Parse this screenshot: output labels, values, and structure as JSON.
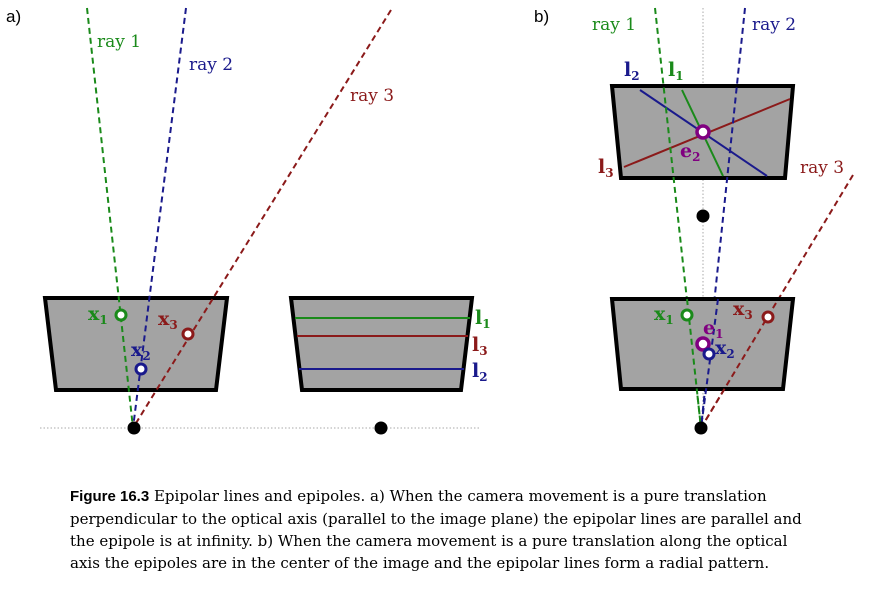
{
  "panels": {
    "a": "a)",
    "b": "b)"
  },
  "rays": {
    "ray1": "ray 1",
    "ray2": "ray 2",
    "ray3": "ray 3"
  },
  "labels": {
    "x": "x",
    "l": "l",
    "e": "e",
    "sub1": "1",
    "sub2": "2",
    "sub3": "3"
  },
  "colors": {
    "green": "#1a8a1a",
    "blue": "#1a1a8c",
    "red": "#8b1a1a",
    "purple": "#800080",
    "plane_fill": "#a3a3a3",
    "axis_gray": "#aaaaaa"
  },
  "caption": {
    "label": "Figure 16.3",
    "text": "Epipolar lines and epipoles. a) When the camera movement is a pure translation perpendicular to the optical axis (parallel to the image plane) the epipolar lines are parallel and the epipole is at infinity. b) When the camera movement is a pure translation along the optical axis the epipoles are in the center of the image and the epipolar lines form a radial pattern."
  }
}
